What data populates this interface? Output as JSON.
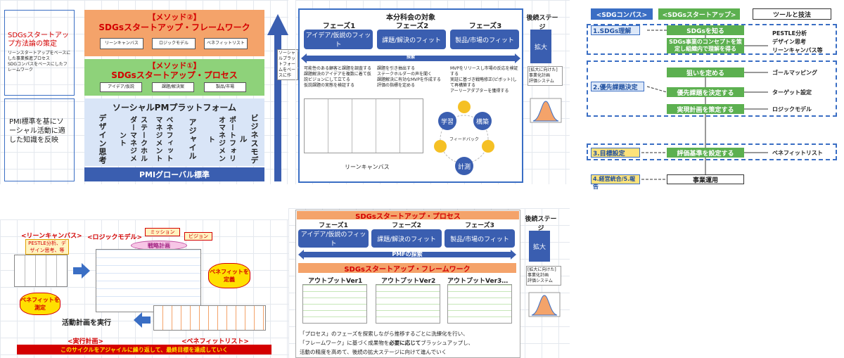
{
  "panel1": {
    "left_top_title": "SDGsスタートアップ方法論の策定",
    "left_top_bullets": [
      "リーンスタートアップをベースにした事業推進プロセス",
      "SDGコンパスをベースにしたフレームワーク"
    ],
    "left_bottom_text": "PMI標準を基にソーシャル活動に適した知識を反映",
    "method2_title": "【メソッド②】",
    "method2_subtitle": "SDGsスタートアップ・フレームワーク",
    "method2_tools": [
      "リーンキャンバス",
      "ロジックモデル",
      "ベネフィットリスト"
    ],
    "method1_title": "【メソッド①】",
    "method1_subtitle": "SDGsスタートアップ・プロセス",
    "method1_tools": [
      "アイデア/仮説",
      "課題/解決案",
      "製品/市場"
    ],
    "platform_title": "ソーシャルPMプラットフォーム",
    "platform_columns": [
      "デザイン思考",
      "ステークホルダーマネジメント",
      "ベネフィットマネジメント",
      "アジャイル",
      "ポートフォリオマネジメント",
      "ビジネスモデル"
    ],
    "standard": "PMIグローバル標準",
    "arrow_label": "ソーシャルプラットフォームをベースに作"
  },
  "panel2": {
    "title": "本分科会の対象",
    "phases": [
      {
        "name": "フェーズ1",
        "box": "アイデア/仮説のフィット"
      },
      {
        "name": "フェーズ2",
        "box": "課題/解決のフィット"
      },
      {
        "name": "フェーズ3",
        "box": "製品/市場のフィット"
      }
    ],
    "band": "探索",
    "bullets1": [
      "可能性のある顧客と課題を調査する",
      "課題解決のアイデアを複数に着て仮説ビジョンにして立てる",
      "仮説課題の実態を検証する"
    ],
    "bullets2": [
      "課題を引き抽出する",
      "ステークホルダーの声を聞く",
      "課題解決に有効なMVPを作成する",
      "評価の指標を定める"
    ],
    "bullets3": [
      "MVPをリリースし市場の反応を検証する",
      "実証に基づき戦略修正(ピボット)して再構築する",
      "アーリーアダプターを獲得する"
    ],
    "cycle": [
      "学習",
      "構築",
      "計測"
    ],
    "cycle_center": "フィードバック",
    "canvas_label": "リーンキャンバス",
    "later_stage": "後続ステージ",
    "expand": "拡大",
    "expand_note": [
      "[拡大に向けた]",
      "事業化計画",
      "評価システム"
    ]
  },
  "panel3": {
    "header1": "<SDGコンパス>",
    "header2": "<SDGsスタートアップ>",
    "header3": "ツールと技法",
    "steps": [
      "1.SDGs理解",
      "2.優先課題決定",
      "3.目標設定",
      "4.経営統合/5.報告"
    ],
    "actions": [
      "SDGsを知る",
      "SDGs事業のコンセプトを策定し組織内で理解を得る",
      "狙いを定める",
      "優先課題を決定する",
      "実現計画を策定する",
      "評価基準を設定する",
      "事業運用"
    ],
    "tools": [
      "PESTLE分析",
      "デザイン思考",
      "リーンキャンバス等",
      "ゴールマッピング",
      "ターゲット設定",
      "ロジックモデル",
      "ベネフィットリスト"
    ]
  },
  "panel4": {
    "lean_label": "<リーンキャンバス>",
    "lean_note": "PESTLE分析、デザイン思考、等",
    "logic_label": "<ロジックモデル>",
    "mission": "ミッション",
    "vision": "ビジョン",
    "strategy": "戦略計画",
    "benefit_define": "ベネフィットを定義",
    "benefit_measure": "ベネフィットを測定",
    "action": "活動計画を実行",
    "exec_label": "<実行計画>",
    "benefit_list_label": "<ベネフィットリスト>",
    "footer": "このサイクルをアジャイルに繰り返して、最終目標を達成していく"
  },
  "panel5": {
    "process_title": "SDGsスタートアップ・プロセス",
    "phases": [
      "フェーズ1",
      "フェーズ2",
      "フェーズ3"
    ],
    "boxes": [
      "アイデア/仮説のフィット",
      "課題/解決のフィット",
      "製品/市場のフィット"
    ],
    "pmf": "PMFの探索",
    "framework_title": "SDGsスタートアップ・フレームワーク",
    "outputs": [
      "アウトプットVer1",
      "アウトプットVer2",
      "アウトプットVer3…"
    ],
    "text1": "「プロセス」のフェーズを探索しながら推移するごとに洗練化を行い、",
    "text2_a": "「フレームワーク」に基づく成果物を",
    "text2_b": "必要に応じて",
    "text2_c": "ブラッシュアップし、",
    "text3": "活動の精度を高めて、後続の拡大ステージに向けて進んでいく",
    "later_stage": "後続ステージ",
    "expand": "拡大",
    "expand_note": [
      "[拡大に向けた]",
      "事業化計画",
      "評価システム"
    ]
  }
}
